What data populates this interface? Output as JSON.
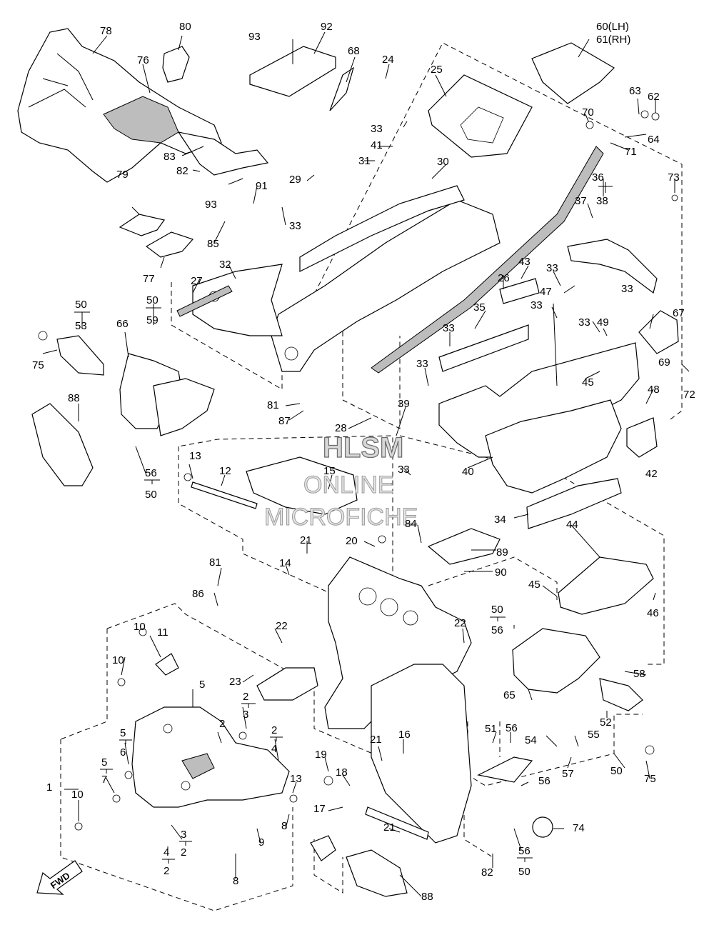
{
  "watermark": {
    "line1": "HLSM",
    "line2": "ONLINE",
    "line3": "MICROFICHE"
  },
  "direction_label": "FWD",
  "callouts": [
    {
      "id": "c78",
      "text": "78"
    },
    {
      "id": "c80",
      "text": "80"
    },
    {
      "id": "c76",
      "text": "76"
    },
    {
      "id": "c93a",
      "text": "93"
    },
    {
      "id": "c92",
      "text": "92"
    },
    {
      "id": "c68",
      "text": "68"
    },
    {
      "id": "c24",
      "text": "24"
    },
    {
      "id": "c25",
      "text": "25"
    },
    {
      "id": "c60",
      "text": "60(LH)"
    },
    {
      "id": "c61",
      "text": "61(RH)"
    },
    {
      "id": "c63",
      "text": "63"
    },
    {
      "id": "c62",
      "text": "62"
    },
    {
      "id": "c70",
      "text": "70"
    },
    {
      "id": "c64",
      "text": "64"
    },
    {
      "id": "c71",
      "text": "71"
    },
    {
      "id": "c33a",
      "text": "33"
    },
    {
      "id": "c41",
      "text": "41"
    },
    {
      "id": "c31",
      "text": "31"
    },
    {
      "id": "c30",
      "text": "30"
    },
    {
      "id": "c83",
      "text": "83"
    },
    {
      "id": "c82a",
      "text": "82"
    },
    {
      "id": "c29",
      "text": "29"
    },
    {
      "id": "c91",
      "text": "91"
    },
    {
      "id": "c93b",
      "text": "93"
    },
    {
      "id": "c33b",
      "text": "33"
    },
    {
      "id": "c85",
      "text": "85"
    },
    {
      "id": "c79",
      "text": "79"
    },
    {
      "id": "c77",
      "text": "77"
    },
    {
      "id": "c36",
      "text": "36"
    },
    {
      "id": "c37",
      "text": "37"
    },
    {
      "id": "c38",
      "text": "38"
    },
    {
      "id": "c73",
      "text": "73"
    },
    {
      "id": "c27",
      "text": "27"
    },
    {
      "id": "c32",
      "text": "32"
    },
    {
      "id": "c26",
      "text": "26"
    },
    {
      "id": "c43",
      "text": "43"
    },
    {
      "id": "c33c",
      "text": "33"
    },
    {
      "id": "c47",
      "text": "47"
    },
    {
      "id": "c33d",
      "text": "33"
    },
    {
      "id": "c33e",
      "text": "33"
    },
    {
      "id": "c33f",
      "text": "33"
    },
    {
      "id": "c49",
      "text": "49"
    },
    {
      "id": "c67",
      "text": "67"
    },
    {
      "id": "c50a",
      "text": "50"
    },
    {
      "id": "c53",
      "text": "53"
    },
    {
      "id": "c50b",
      "text": "50"
    },
    {
      "id": "c59",
      "text": "59"
    },
    {
      "id": "c66",
      "text": "66"
    },
    {
      "id": "c75a",
      "text": "75"
    },
    {
      "id": "c33g",
      "text": "33"
    },
    {
      "id": "c35",
      "text": "35"
    },
    {
      "id": "c69",
      "text": "69"
    },
    {
      "id": "c33h",
      "text": "33"
    },
    {
      "id": "c45a",
      "text": "45"
    },
    {
      "id": "c72",
      "text": "72"
    },
    {
      "id": "c48",
      "text": "48"
    },
    {
      "id": "c88a",
      "text": "88"
    },
    {
      "id": "c81a",
      "text": "81"
    },
    {
      "id": "c87",
      "text": "87"
    },
    {
      "id": "c39",
      "text": "39"
    },
    {
      "id": "c28",
      "text": "28"
    },
    {
      "id": "c40",
      "text": "40"
    },
    {
      "id": "c42",
      "text": "42"
    },
    {
      "id": "c56a",
      "text": "56"
    },
    {
      "id": "c50c",
      "text": "50"
    },
    {
      "id": "c13a",
      "text": "13"
    },
    {
      "id": "c12",
      "text": "12"
    },
    {
      "id": "c15",
      "text": "15"
    },
    {
      "id": "c33i",
      "text": "33"
    },
    {
      "id": "c34",
      "text": "34"
    },
    {
      "id": "c20",
      "text": "20"
    },
    {
      "id": "c84",
      "text": "84"
    },
    {
      "id": "c89",
      "text": "89"
    },
    {
      "id": "c90",
      "text": "90"
    },
    {
      "id": "c44",
      "text": "44"
    },
    {
      "id": "c14",
      "text": "14"
    },
    {
      "id": "c21a",
      "text": "21"
    },
    {
      "id": "c81b",
      "text": "81"
    },
    {
      "id": "c86",
      "text": "86"
    },
    {
      "id": "c45b",
      "text": "45"
    },
    {
      "id": "c46",
      "text": "46"
    },
    {
      "id": "c50d",
      "text": "50"
    },
    {
      "id": "c56b",
      "text": "56"
    },
    {
      "id": "c10a",
      "text": "10"
    },
    {
      "id": "c11",
      "text": "11"
    },
    {
      "id": "c22a",
      "text": "22"
    },
    {
      "id": "c22b",
      "text": "22"
    },
    {
      "id": "c10b",
      "text": "10"
    },
    {
      "id": "c23",
      "text": "23"
    },
    {
      "id": "c58",
      "text": "58"
    },
    {
      "id": "c5a",
      "text": "5"
    },
    {
      "id": "c2a",
      "text": "2"
    },
    {
      "id": "c3a",
      "text": "3"
    },
    {
      "id": "c65",
      "text": "65"
    },
    {
      "id": "c52",
      "text": "52"
    },
    {
      "id": "c5b",
      "text": "5"
    },
    {
      "id": "c6",
      "text": "6"
    },
    {
      "id": "c2b",
      "text": "2"
    },
    {
      "id": "c2c",
      "text": "2"
    },
    {
      "id": "c4a",
      "text": "4"
    },
    {
      "id": "c51",
      "text": "51"
    },
    {
      "id": "c56c",
      "text": "56"
    },
    {
      "id": "c54",
      "text": "54"
    },
    {
      "id": "c55",
      "text": "55"
    },
    {
      "id": "c5c",
      "text": "5"
    },
    {
      "id": "c7",
      "text": "7"
    },
    {
      "id": "c21b",
      "text": "21"
    },
    {
      "id": "c16",
      "text": "16"
    },
    {
      "id": "c57",
      "text": "57"
    },
    {
      "id": "c50e",
      "text": "50"
    },
    {
      "id": "c75b",
      "text": "75"
    },
    {
      "id": "c1",
      "text": "1"
    },
    {
      "id": "c19",
      "text": "19"
    },
    {
      "id": "c18",
      "text": "18"
    },
    {
      "id": "c56d",
      "text": "56"
    },
    {
      "id": "c13b",
      "text": "13"
    },
    {
      "id": "c10c",
      "text": "10"
    },
    {
      "id": "c17",
      "text": "17"
    },
    {
      "id": "c8a",
      "text": "8"
    },
    {
      "id": "c74",
      "text": "74"
    },
    {
      "id": "c3b",
      "text": "3"
    },
    {
      "id": "c2d",
      "text": "2"
    },
    {
      "id": "c9",
      "text": "9"
    },
    {
      "id": "c21c",
      "text": "21"
    },
    {
      "id": "c4b",
      "text": "4"
    },
    {
      "id": "c2e",
      "text": "2"
    },
    {
      "id": "c56e",
      "text": "56"
    },
    {
      "id": "c50f",
      "text": "50"
    },
    {
      "id": "c82b",
      "text": "82"
    },
    {
      "id": "c8b",
      "text": "8"
    },
    {
      "id": "c88b",
      "text": "88"
    }
  ]
}
